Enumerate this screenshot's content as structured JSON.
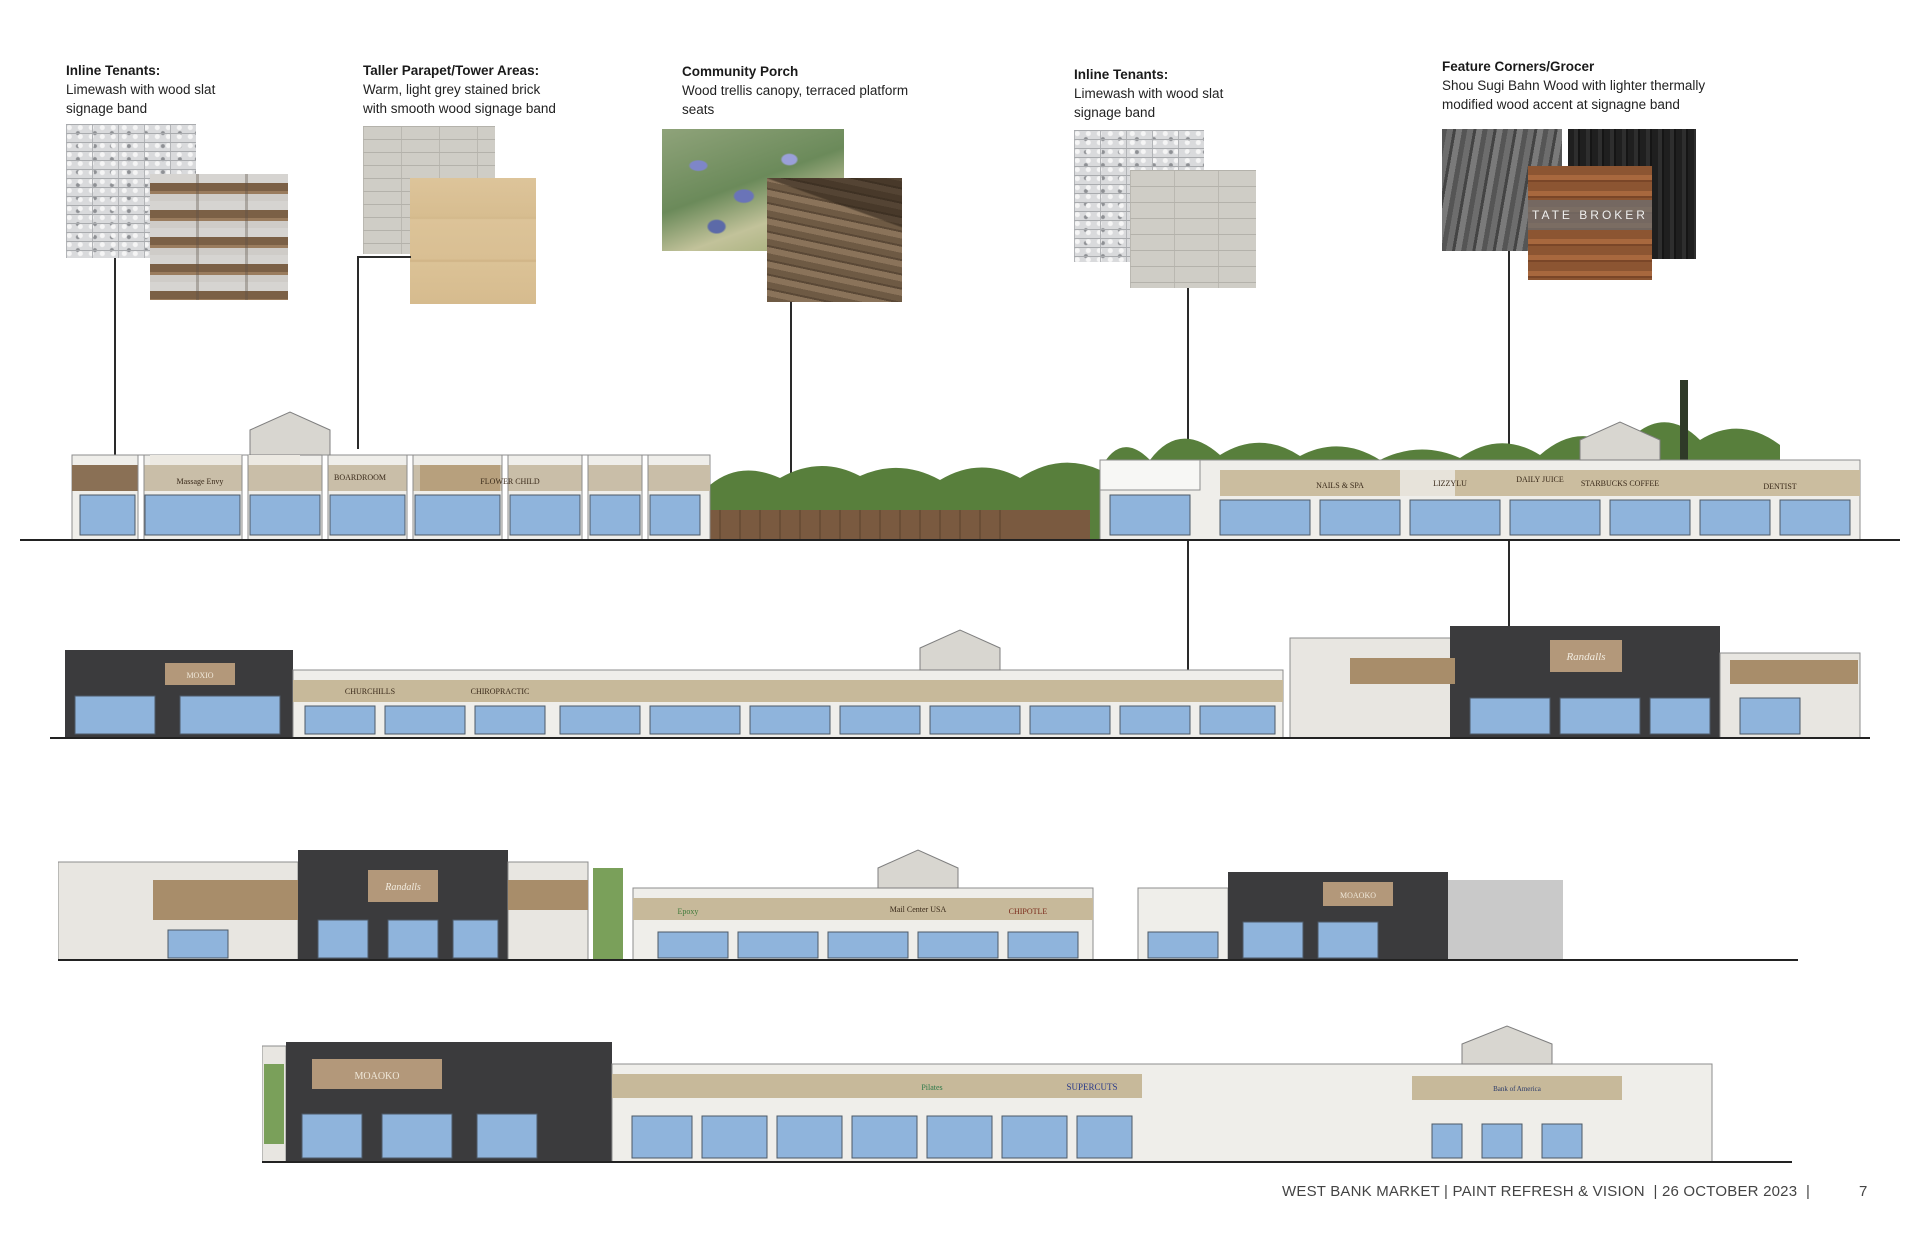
{
  "callouts": [
    {
      "title": "Inline Tenants:",
      "desc_lines": [
        "Limewash with wood slat",
        "signage band"
      ]
    },
    {
      "title": "Taller Parapet/Tower Areas:",
      "desc_lines": [
        "Warm, light grey stained brick",
        "with smooth wood signage band"
      ]
    },
    {
      "title": "Community Porch",
      "desc_lines": [
        "Wood trellis canopy, terraced platform",
        "seats"
      ]
    },
    {
      "title": "Inline Tenants:",
      "desc_lines": [
        "Limewash with wood slat",
        "signage band"
      ]
    },
    {
      "title": "Feature Corners/Grocer",
      "desc_lines": [
        "Shou Sugi Bahn Wood with lighter thermally",
        "modified wood accent at signagne band"
      ]
    }
  ],
  "swatch_text": "TATE BROKER",
  "signs": {
    "row1": [
      "Massage Envy",
      "BOARDROOM",
      "FLOWER CHILD",
      "NAILS & SPA",
      "LIZZYLU",
      "DAILY JUICE",
      "STARBUCKS COFFEE",
      "DENTIST"
    ],
    "row2": [
      "MOXIO",
      "CHURCHILLS",
      "CHIROPRACTIC",
      "Randalls"
    ],
    "row3": [
      "Randalls",
      "Epoxy",
      "Mail Center USA",
      "CHIPOTLE",
      "MOAOKO"
    ],
    "row4": [
      "MOAOKO",
      "Pilates",
      "SUPERCUTS",
      "Bank of America"
    ]
  },
  "footer": {
    "project": "WEST BANK MARKET |",
    "subtitle": "PAINT REFRESH & VISION",
    "date": "| 26 OCTOBER 2023",
    "sep": "|",
    "page": "7"
  },
  "colors": {
    "facade_white": "#efeeea",
    "wood_band": "#b9a888",
    "dark_wood": "#3b3b3d",
    "glass": "#8fb4dc",
    "trees": "#4f7a37"
  }
}
